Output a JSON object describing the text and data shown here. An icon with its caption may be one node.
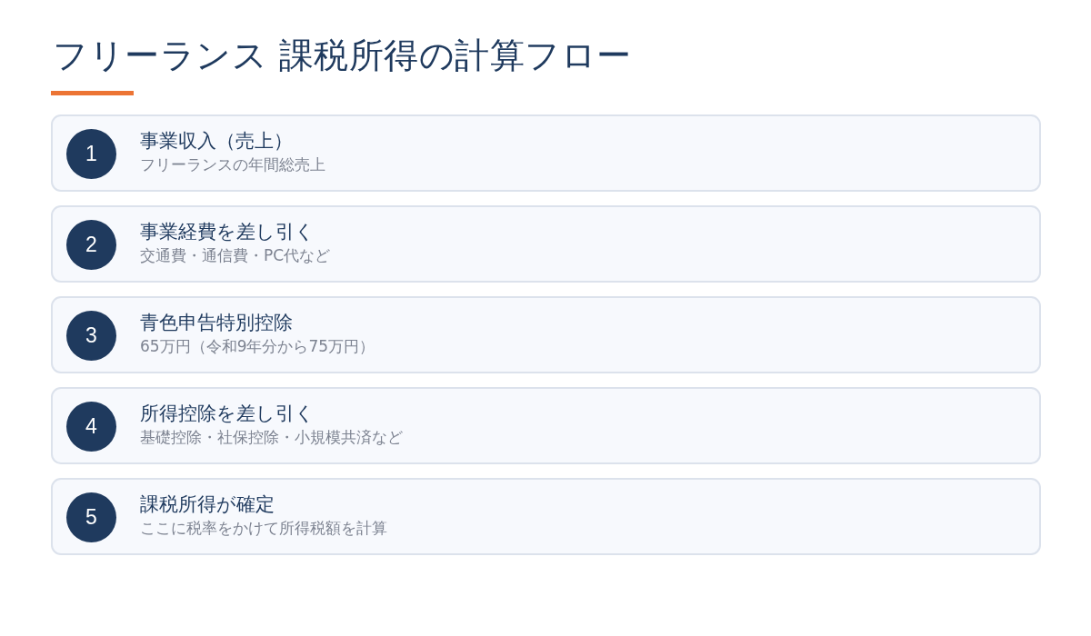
{
  "diagram": {
    "title": "フリーランス 課税所得の計算フロー",
    "nodes": [
      {
        "text": [
          "事業収入（売上）",
          "フリーランスの年間総売上"
        ]
      },
      {
        "text": [
          "1"
        ],
        "in": 0
      },
      {
        "text": [
          "事業経費を差し引く",
          "交通費・通信費・PC代など"
        ]
      },
      {
        "text": [
          "2"
        ],
        "in": 2
      },
      {
        "text": [
          "青色申告特別控除",
          "65万円（令和9年分から75万円）"
        ]
      },
      {
        "text": [
          "3"
        ],
        "in": 4
      },
      {
        "text": [
          "所得控除を差し引く",
          "基礎控除・社保控除・小規模共済など"
        ]
      },
      {
        "text": [
          "4"
        ],
        "in": 6
      },
      {
        "text": [
          "課税所得が確定",
          "ここに税率をかけて所得税額を計算"
        ]
      },
      {
        "text": [
          "5"
        ],
        "in": 8
      }
    ]
  }
}
